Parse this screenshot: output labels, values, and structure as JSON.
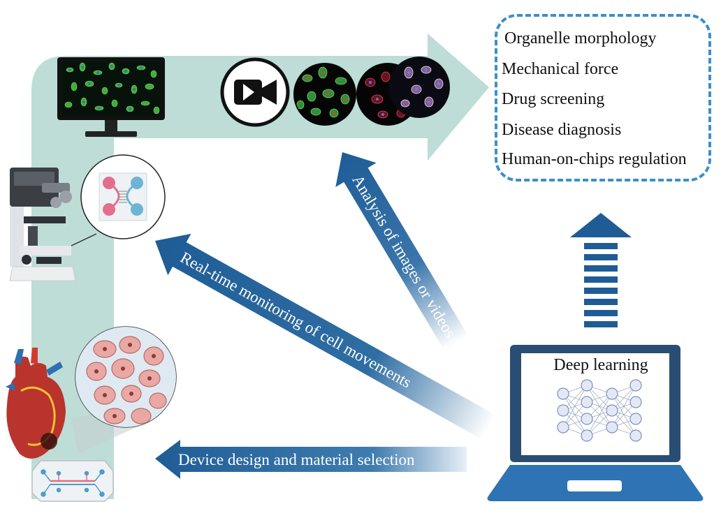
{
  "applications": {
    "items": [
      "Organelle morphology",
      "Mechanical force",
      "Drug screening",
      "Disease diagnosis",
      "Human-on-chips regulation"
    ]
  },
  "arrows": {
    "analysis": "Analysis of images or videos",
    "monitoring": "Real-time monitoring of cell movements",
    "device": "Device design and material selection"
  },
  "computer": {
    "label": "Deep learning"
  },
  "colors": {
    "accent_blue": "#1f5c96",
    "pale_teal": "#b2d7cf",
    "dashed_border": "#3d8fc7",
    "laptop_blue": "#2e74b5",
    "laptop_frame": "#2a4d73"
  },
  "icons": [
    "monitor-icon",
    "video-camera-icon",
    "microscope-icon",
    "chip-icon",
    "heart-icon",
    "tissue-cells-icon",
    "microfluidic-chip-icon",
    "neural-network-icon",
    "laptop-icon"
  ]
}
